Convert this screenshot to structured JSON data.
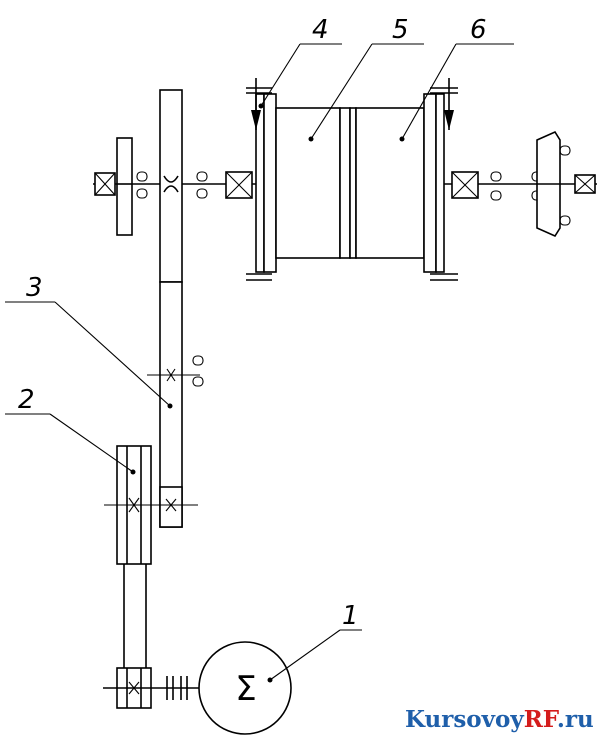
{
  "diagram": {
    "callouts": [
      "1",
      "2",
      "3",
      "4",
      "5",
      "6"
    ],
    "motor_symbol": "Σ",
    "watermark": {
      "part1": "Kursovoy",
      "part2": "RF",
      "part3": ".ru",
      "color1": "#1f5faa",
      "color2": "#d41c1c"
    }
  }
}
